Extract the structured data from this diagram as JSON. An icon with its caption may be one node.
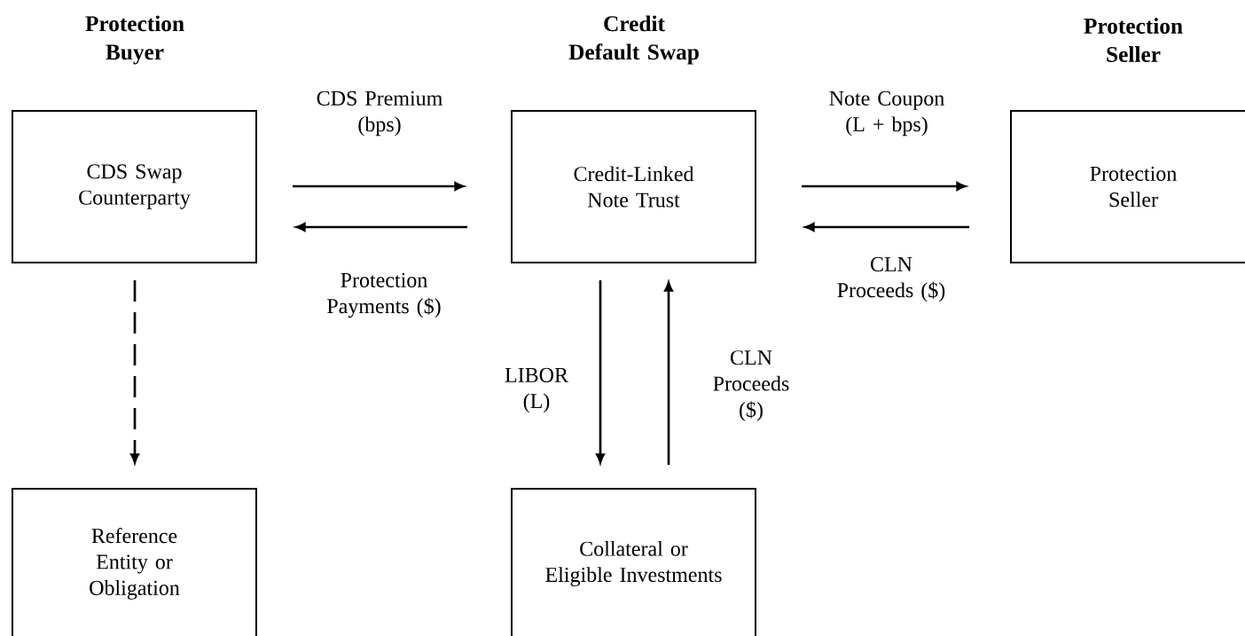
{
  "diagram": {
    "nodes": [
      {
        "text": [
          "CDS Swap Counterparty"
        ]
      },
      {
        "text": [
          "Credit-Linked Note Trust"
        ]
      },
      {
        "text": [
          "Protection Seller"
        ]
      },
      {
        "text": [
          "Reference Entity or Obligation"
        ]
      },
      {
        "text": [
          "Collateral or Eligible Investments"
        ]
      }
    ],
    "edges": [
      {
        "from": 0,
        "to": 1,
        "arrow": "to",
        "label": "CDS Premium (bps)"
      },
      {
        "from": 1,
        "to": 0,
        "arrow": "to",
        "label": "Protection Payments ($)"
      },
      {
        "from": 1,
        "to": 2,
        "arrow": "to",
        "label": "Note Coupon (L + bps)"
      },
      {
        "from": 2,
        "to": 1,
        "arrow": "to",
        "label": "CLN Proceeds ($)"
      },
      {
        "from": 0,
        "to": 3,
        "arrow": "to",
        "style": "dashed"
      },
      {
        "from": 1,
        "to": 4,
        "arrow": "to",
        "label": "LIBOR (L)"
      },
      {
        "from": 4,
        "to": 1,
        "arrow": "to",
        "label": "CLN Proceeds ($)"
      }
    ],
    "labels": [
      "Protection Buyer",
      "Credit Default Swap",
      "Protection Seller"
    ]
  }
}
